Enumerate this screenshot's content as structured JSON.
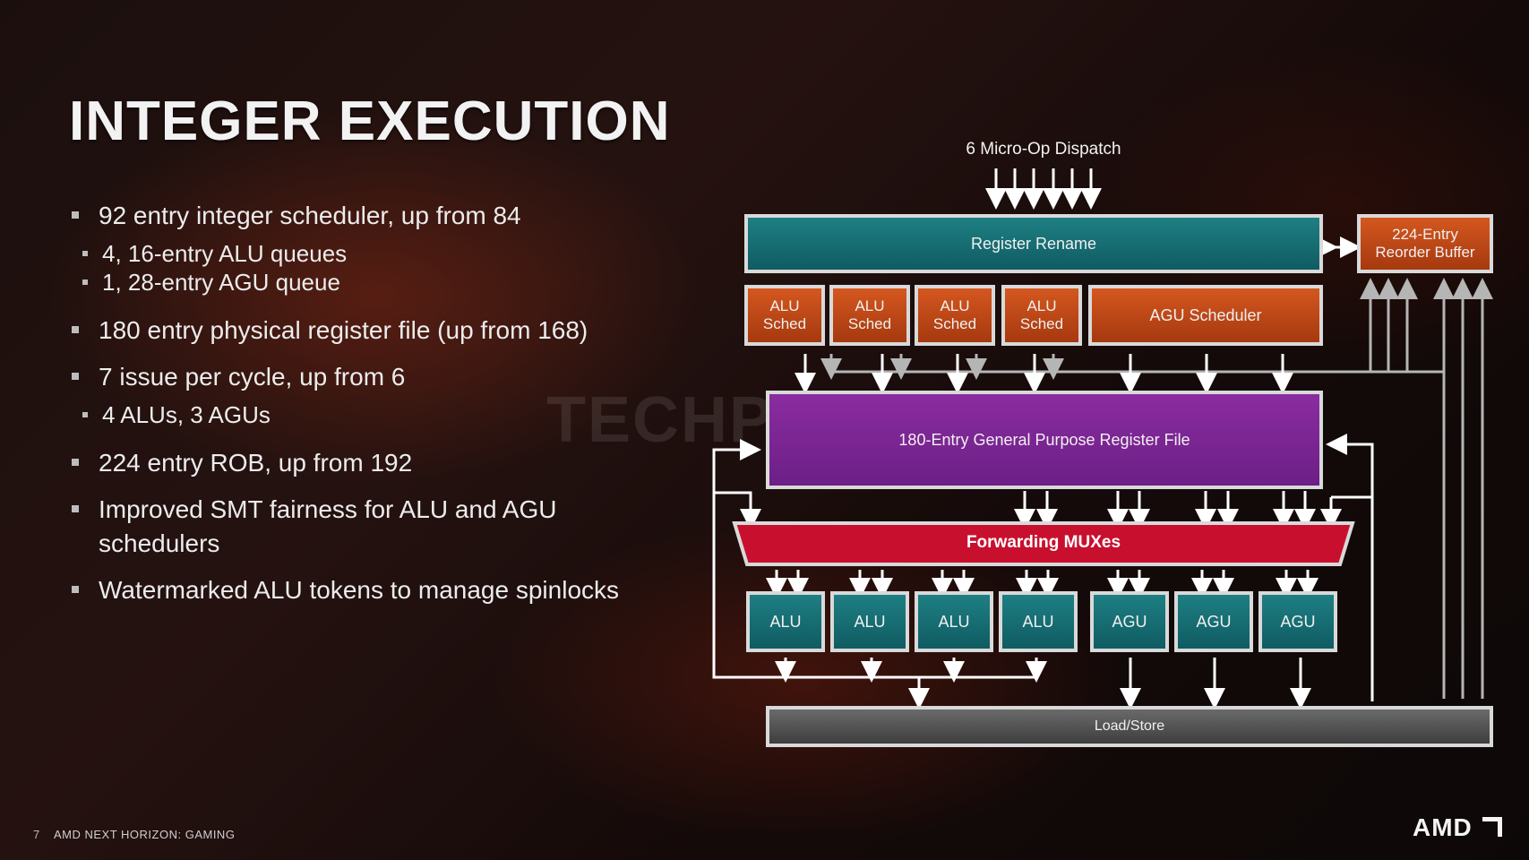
{
  "slide": {
    "title": "INTEGER EXECUTION",
    "bullets": [
      {
        "text": "92 entry integer scheduler, up from 84",
        "level": 1
      },
      {
        "text": "4, 16-entry ALU queues",
        "level": 2
      },
      {
        "text": "1, 28-entry AGU queue",
        "level": 2
      },
      {
        "text": "180 entry physical register file (up from 168)",
        "level": 1
      },
      {
        "text": "7 issue per cycle, up from 6",
        "level": 1
      },
      {
        "text": "4 ALUs, 3 AGUs",
        "level": 2
      },
      {
        "text": "224 entry ROB, up from 192",
        "level": 1
      },
      {
        "text": "Improved SMT fairness for ALU and AGU schedulers",
        "level": 1
      },
      {
        "text": "Watermarked ALU tokens to manage spinlocks",
        "level": 1
      }
    ],
    "footer": {
      "page": "7",
      "text": "AMD NEXT HORIZON: GAMING"
    },
    "logo": "AMD",
    "watermark": "TECHPOWERUP"
  },
  "diagram": {
    "dispatch_label": "6 Micro-Op Dispatch",
    "register_rename": "Register Rename",
    "reorder_buffer": "224-Entry Reorder Buffer",
    "alu_sched": [
      "ALU Sched",
      "ALU Sched",
      "ALU Sched",
      "ALU Sched"
    ],
    "agu_scheduler": "AGU Scheduler",
    "register_file": "180-Entry General Purpose Register File",
    "forwarding": "Forwarding MUXes",
    "alus": [
      "ALU",
      "ALU",
      "ALU",
      "ALU"
    ],
    "agus": [
      "AGU",
      "AGU",
      "AGU"
    ],
    "load_store": "Load/Store"
  },
  "colors": {
    "teal": "#1e7f83",
    "orange": "#d4571f",
    "purple": "#8a2ca0",
    "red": "#c8102e",
    "gray": "#5a5a5a",
    "border": "#d9d9d9"
  }
}
